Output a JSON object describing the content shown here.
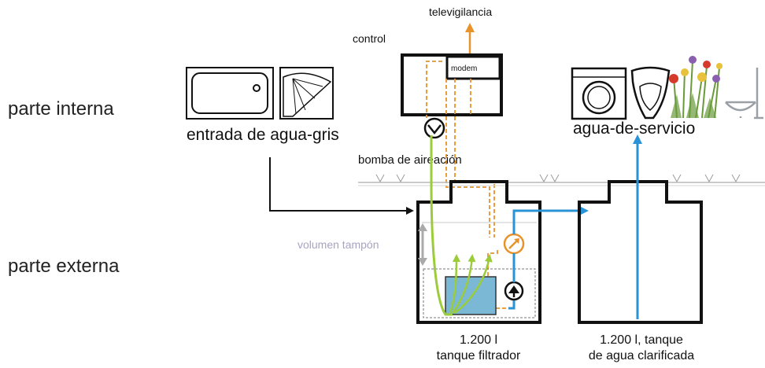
{
  "zones": {
    "internal": "parte interna",
    "external": "parte externa"
  },
  "labels": {
    "televigilancia": "televigilancia",
    "control": "control",
    "modem": "modem",
    "greywater_inlet": "entrada de agua-gris",
    "aeration_pump": "bomba de aireación",
    "service_water": "agua-de-servicio",
    "buffer_volume": "volumen tampón"
  },
  "tanks": {
    "filter": {
      "line1": "1.200 l",
      "line2": "tanque filtrador"
    },
    "clarified": {
      "line1": "1.200 l, tanque",
      "line2": "de agua clarificada"
    }
  },
  "colors": {
    "outline": "#111111",
    "control_cable": "#e8922a",
    "air_line": "#9ccc3a",
    "water_line": "#2a93d5",
    "buffer_label": "#a8a4bf",
    "filter_media": "#7ab8d6",
    "ground_line": "#b8b8b8",
    "plant_red": "#d63a2a",
    "plant_purple": "#8a5fb0",
    "plant_yellow": "#e8c23a",
    "plant_green": "#6a9a3a"
  },
  "icons": [
    "bathtub-icon",
    "shower-icon",
    "pump-icon",
    "washing-machine-icon",
    "toilet-icon",
    "flowers-icon",
    "garden-tools-icon",
    "grass-tuft-icon"
  ]
}
